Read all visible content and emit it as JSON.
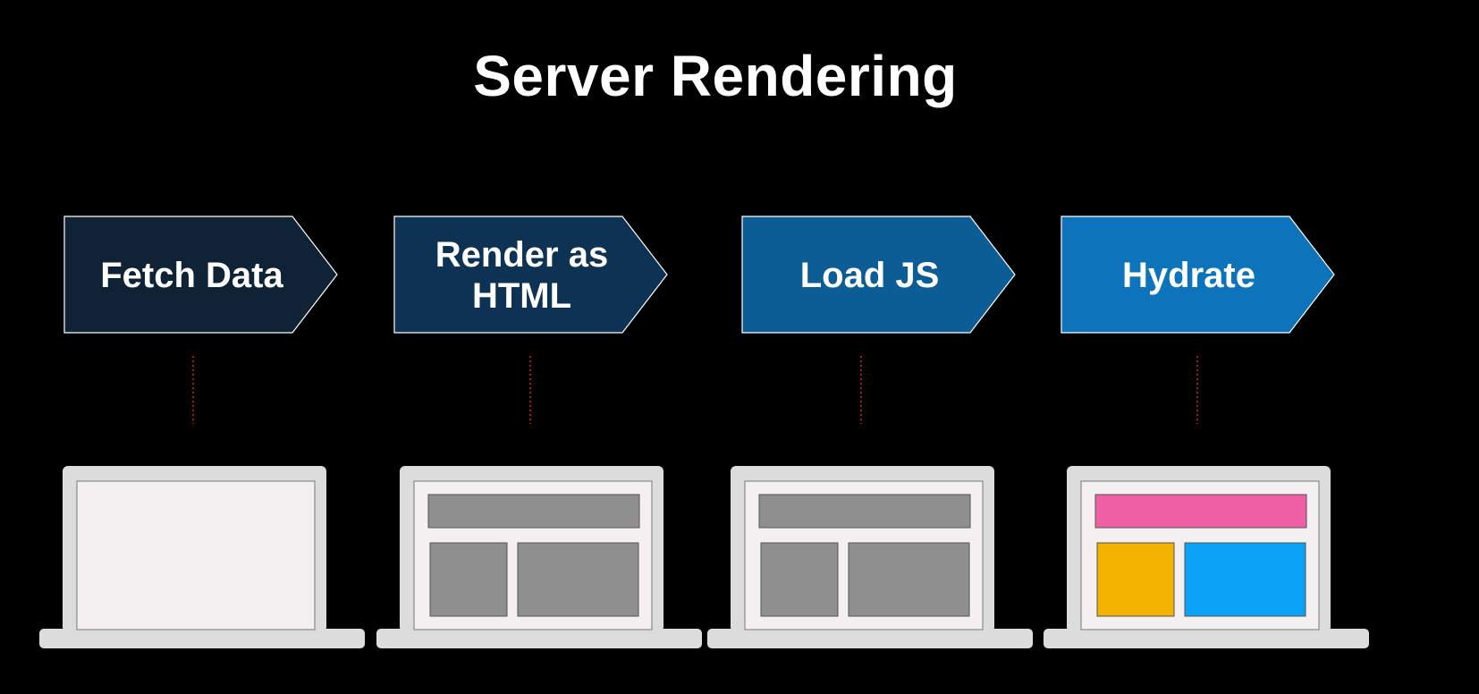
{
  "title": "Server Rendering",
  "steps": [
    {
      "label_lines": [
        "Fetch Data"
      ],
      "color": "#0f2236",
      "screen": "blank"
    },
    {
      "label_lines": [
        "Render as",
        "HTML"
      ],
      "color": "#0e3253",
      "screen": "gray"
    },
    {
      "label_lines": [
        "Load JS"
      ],
      "color": "#0c5c96",
      "screen": "gray"
    },
    {
      "label_lines": [
        "Hydrate"
      ],
      "color": "#0d74bb",
      "screen": "colored"
    }
  ],
  "colors": {
    "background": "#000000",
    "connector": "#b01818",
    "laptop_body": "#dcdcdc",
    "screen_bg": "#f4f0f1",
    "placeholder_gray": "#8f8f8f",
    "hydrated_header": "#ee5fa3",
    "hydrated_left": "#f2b400",
    "hydrated_right": "#0aa2f5"
  }
}
